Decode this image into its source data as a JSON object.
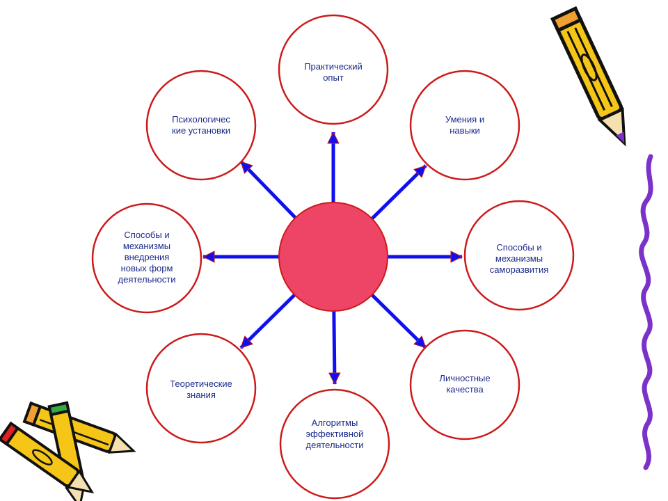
{
  "diagram": {
    "center": {
      "fill": "#ee4466"
    },
    "nodes": [
      {
        "id": "practical",
        "lines": [
          "Практический",
          "опыт"
        ]
      },
      {
        "id": "skills",
        "lines": [
          "Умения и",
          "навыки"
        ]
      },
      {
        "id": "self-development",
        "lines": [
          "Способы и",
          "механизмы",
          "саморазвития"
        ]
      },
      {
        "id": "personal-qualities",
        "lines": [
          "Личностные",
          "качества"
        ]
      },
      {
        "id": "algorithms",
        "lines": [
          "Алгоритмы",
          "эффективной",
          "деятельности"
        ]
      },
      {
        "id": "theory",
        "lines": [
          "Теоретические",
          "знания"
        ]
      },
      {
        "id": "new-forms",
        "lines": [
          "Способы и",
          "механизмы",
          "внедрения",
          "новых форм",
          "деятельности"
        ]
      },
      {
        "id": "psychological",
        "lines": [
          "Психологичес",
          "кие установки"
        ]
      }
    ],
    "colors": {
      "circle_stroke": "#cc1a1a",
      "arrow": "#1010ee",
      "arrow_tip": "#cc1a1a",
      "text": "#1a2a8a",
      "pencil_body": "#f5c518",
      "pencil_outline": "#111111",
      "squiggle": "#7a32c8"
    },
    "decorations": [
      "pencil-icon",
      "crossed-pencils-icon",
      "purple-squiggle-border"
    ]
  }
}
